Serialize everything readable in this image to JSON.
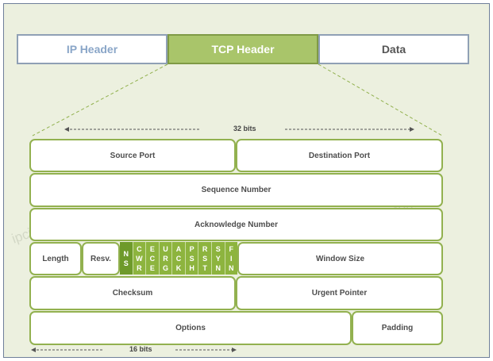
{
  "layers": {
    "ip": "IP Header",
    "tcp": "TCP Header",
    "data": "Data"
  },
  "rulers": {
    "top": "32 bits",
    "bottom": "16 bits"
  },
  "fields": {
    "source_port": "Source Port",
    "destination_port": "Destination Port",
    "sequence_number": "Sequence Number",
    "acknowledge_number": "Acknowledge Number",
    "length": "Length",
    "reserved": "Resv.",
    "window_size": "Window Size",
    "checksum": "Checksum",
    "urgent_pointer": "Urgent Pointer",
    "options": "Options",
    "padding": "Padding"
  },
  "flags": [
    [
      "N",
      "S"
    ],
    [
      "C",
      "W",
      "R"
    ],
    [
      "E",
      "C",
      "E"
    ],
    [
      "U",
      "R",
      "G"
    ],
    [
      "A",
      "C",
      "K"
    ],
    [
      "P",
      "S",
      "H"
    ],
    [
      "R",
      "S",
      "T"
    ],
    [
      "S",
      "Y",
      "N"
    ],
    [
      "F",
      "I",
      "N"
    ]
  ],
  "watermark": "ipcisco.com",
  "colors": {
    "accent": "#8db43e",
    "background": "#ecf0df",
    "ip_text": "#8aa6c8"
  }
}
